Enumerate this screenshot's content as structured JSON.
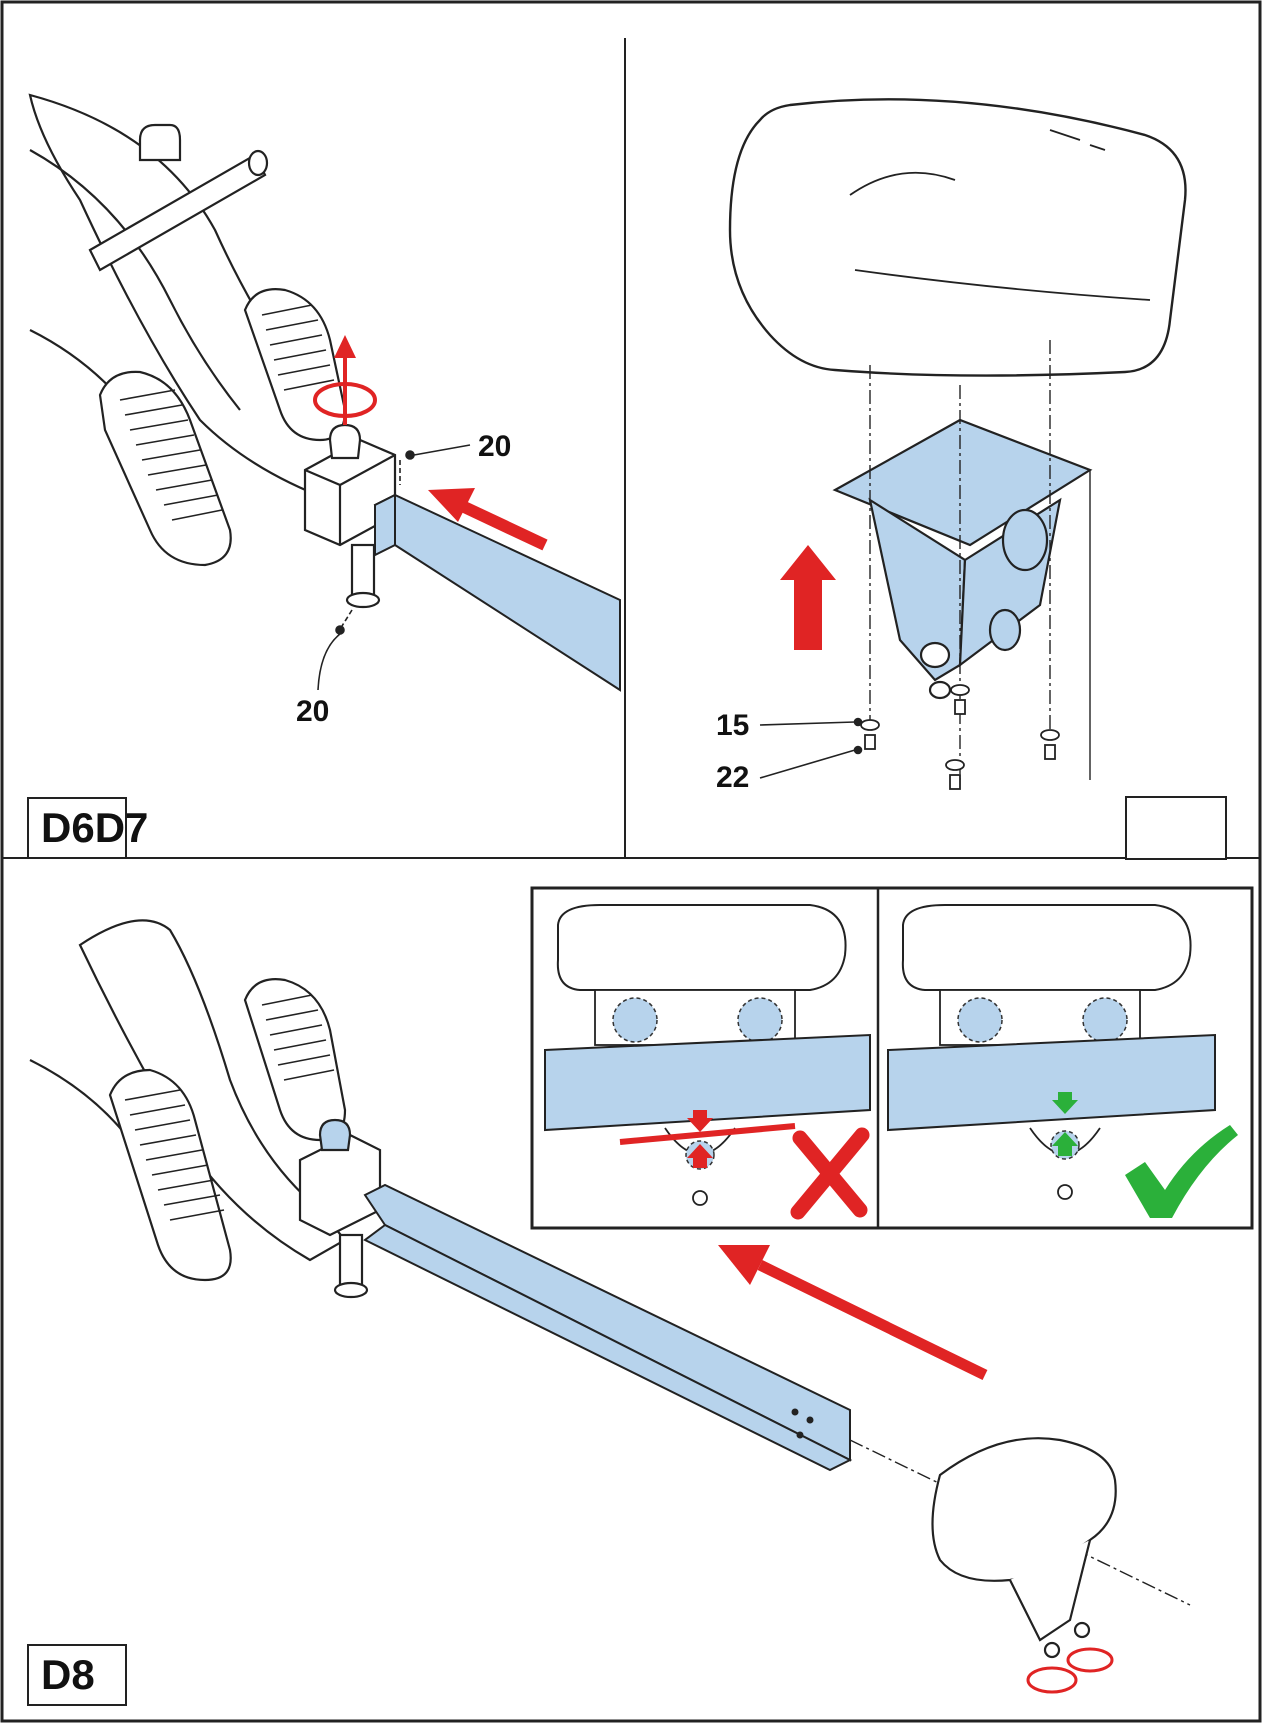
{
  "panels": {
    "d6": {
      "callouts": [
        {
          "id": "top",
          "text": "20"
        },
        {
          "id": "bottom",
          "text": "20"
        }
      ]
    },
    "d7": {
      "callouts": [
        {
          "id": "washer",
          "text": "15"
        },
        {
          "id": "bolt",
          "text": "22"
        }
      ]
    },
    "d8": {
      "inset": {
        "wrong": {
          "mark": "cross-mark-icon"
        },
        "right": {
          "mark": "check-mark-icon"
        }
      }
    }
  },
  "step_labels": {
    "d6d7": "D6D7",
    "d8": "D8"
  },
  "colors": {
    "rail_blue": "#b7d3ec",
    "arrow_red": "#e02424",
    "check_green": "#2bb03a",
    "outline": "#222222"
  }
}
